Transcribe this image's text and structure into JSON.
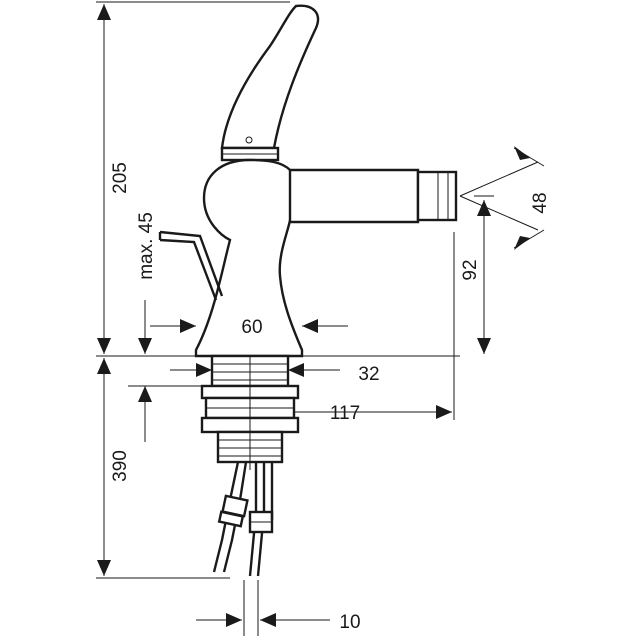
{
  "drawing": {
    "subject": "bidet mixer",
    "dimensions": {
      "height_total": "205",
      "max_lever": "max. 45",
      "spout_height": "92",
      "spout_outlet": "48",
      "body_diameter": "60",
      "shank_diameter": "32",
      "projection": "117",
      "below_deck": "390",
      "hose_spacing": "10"
    }
  }
}
